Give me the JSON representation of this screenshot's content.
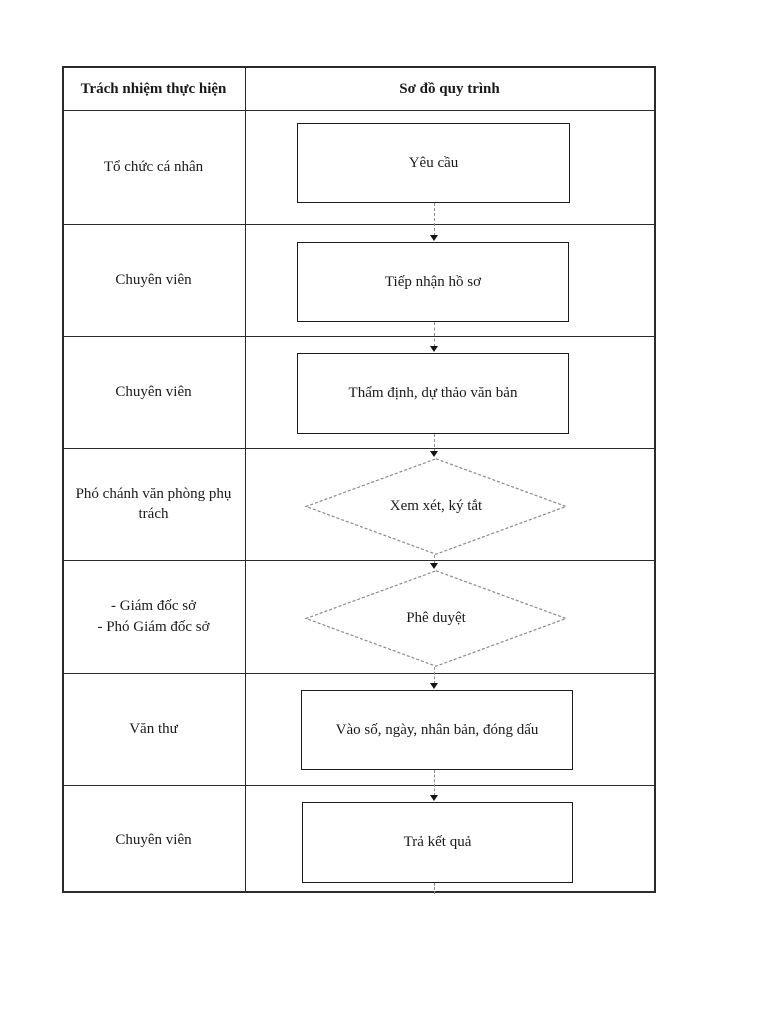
{
  "table": {
    "header": {
      "col1": "Trách nhiệm thực hiện",
      "col2": "Sơ đồ quy trình"
    },
    "rows": [
      {
        "responsibility": "Tổ chức cá nhân",
        "shape": "rect",
        "label": "Yêu cầu"
      },
      {
        "responsibility": "Chuyên viên",
        "shape": "rect",
        "label": "Tiếp nhận hồ sơ"
      },
      {
        "responsibility": "Chuyên viên",
        "shape": "rect",
        "label": "Thẩm định, dự thảo văn bản"
      },
      {
        "responsibility": "Phó chánh văn phòng phụ trách",
        "shape": "diamond",
        "label": "Xem xét, ký tắt"
      },
      {
        "responsibility": "- Giám đốc sở\n- Phó Giám đốc sở",
        "shape": "diamond",
        "label": "Phê duyệt"
      },
      {
        "responsibility": "Văn thư",
        "shape": "rect",
        "label": "Vào số, ngày, nhân bản, đóng dấu"
      },
      {
        "responsibility": "Chuyên viên",
        "shape": "rect",
        "label": "Trả kết quả"
      }
    ],
    "colors": {
      "table_border": "#2b2b2b",
      "shape_border": "#1c1c1c",
      "diamond_stroke": "#8a8a8a",
      "connector_line": "#8f8f8f",
      "arrowhead": "#141414"
    }
  }
}
